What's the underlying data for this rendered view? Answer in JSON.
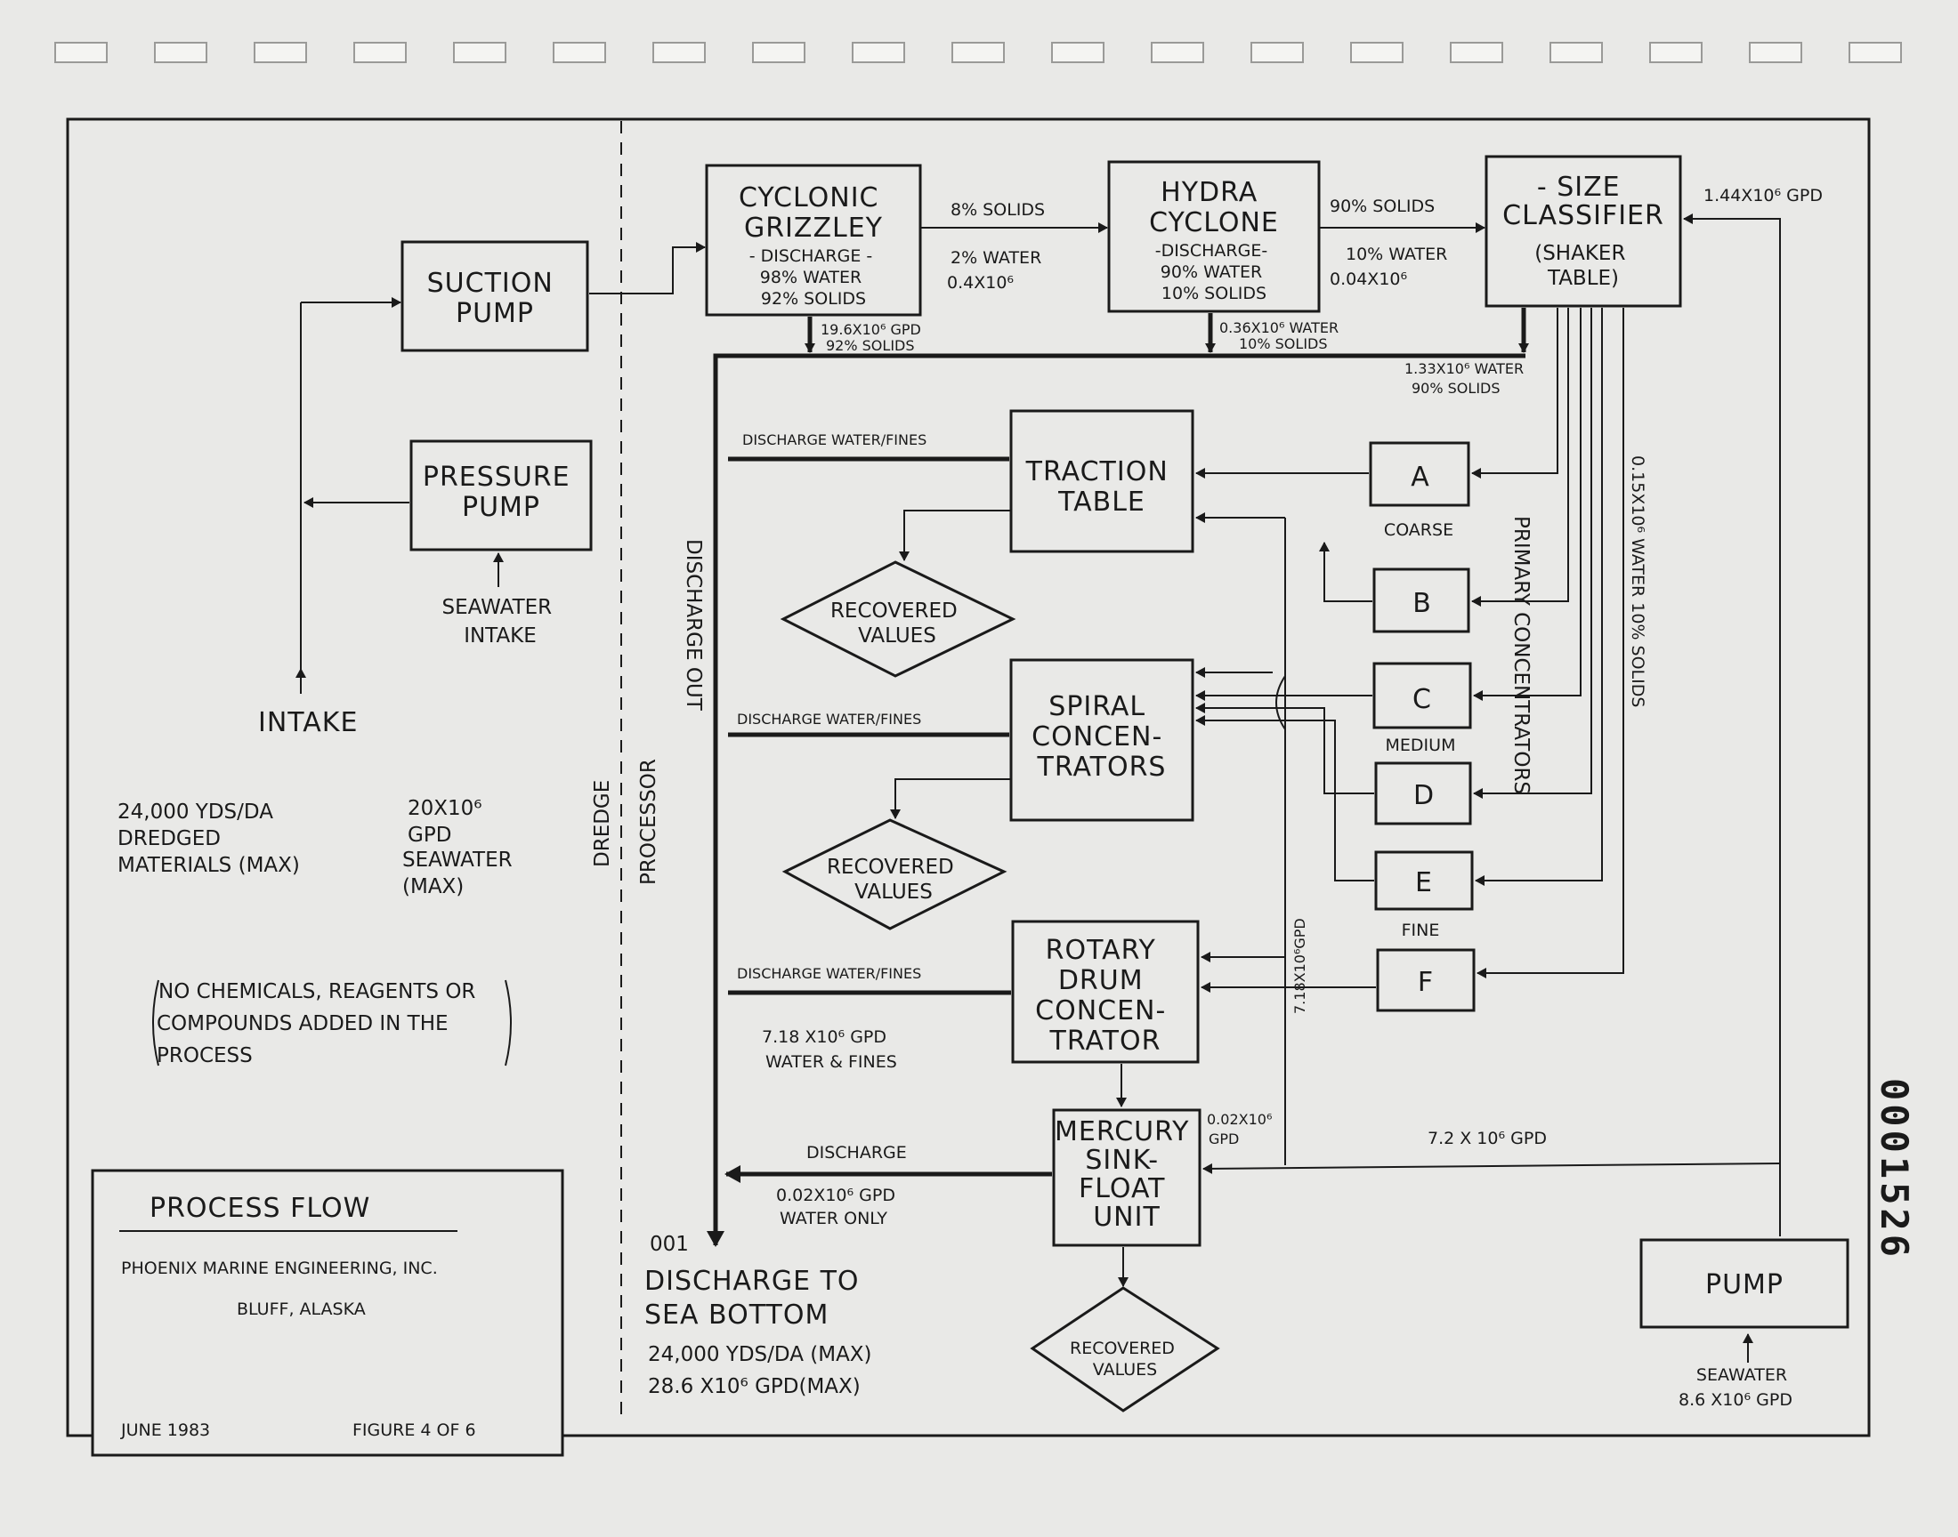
{
  "left": {
    "suction_pump": [
      "SUCTION",
      "PUMP"
    ],
    "pressure_pump": [
      "PRESSURE",
      "PUMP"
    ],
    "seawater_intake": [
      "SEAWATER",
      "INTAKE"
    ],
    "intake": "INTAKE",
    "dredged": [
      "24,000 YDS/DA",
      "DREDGED",
      "MATERIALS (MAX)"
    ],
    "seawater": [
      "20X10⁶",
      "GPD",
      "SEAWATER",
      "(MAX)"
    ],
    "note": [
      "NO CHEMICALS, REAGENTS OR",
      "COMPOUNDS ADDED IN THE",
      "PROCESS"
    ],
    "dredge": "DREDGE",
    "processor": "PROCESSOR"
  },
  "cyclonic": {
    "title": [
      "CYCLONIC",
      "GRIZZLEY"
    ],
    "discharge": [
      "- DISCHARGE -",
      "98% WATER",
      "92% SOLIDS"
    ],
    "out_label": [
      "19.6X10⁶ GPD",
      "92% SOLIDS"
    ]
  },
  "link1": [
    "8% SOLIDS",
    "2% WATER",
    "0.4X10⁶"
  ],
  "hydra": {
    "title": [
      "HYDRA",
      "CYCLONE"
    ],
    "discharge": [
      "-DISCHARGE-",
      "90% WATER",
      "10% SOLIDS"
    ],
    "out_label": [
      "0.36X10⁶ WATER",
      "10% SOLIDS"
    ]
  },
  "link2": [
    "90% SOLIDS",
    "10% WATER",
    "0.04X10⁶"
  ],
  "size": {
    "title": [
      "- SIZE",
      "CLASSIFIER",
      "(SHAKER",
      "TABLE)"
    ],
    "out_label": [
      "1.33X10⁶ WATER",
      "90% SOLIDS"
    ],
    "in_label": "1.44X10⁶ GPD"
  },
  "concentrators": {
    "traction": [
      "TRACTION",
      "TABLE"
    ],
    "spiral": [
      "SPIRAL",
      "CONCEN-",
      "TRATORS"
    ],
    "rotary": [
      "ROTARY",
      "DRUM",
      "CONCEN-",
      "TRATOR"
    ],
    "mercury": [
      "MERCURY",
      "SINK-",
      "FLOAT",
      "UNIT"
    ],
    "recovered": [
      "RECOVERED",
      "VALUES"
    ]
  },
  "fractions": {
    "labels": [
      "A",
      "B",
      "C",
      "D",
      "E",
      "F"
    ],
    "coarse": "COARSE",
    "medium": "MEDIUM",
    "fine": "FINE"
  },
  "vertical_labels": {
    "discharge_out": "DISCHARGE   OUT",
    "primary": "PRIMARY   CONCENTRATORS",
    "water_solids": "0.15X10⁶ WATER   10% SOLIDS",
    "gpd_718": "7.18X10⁶GPD"
  },
  "discharge_labels": {
    "fines": "DISCHARGE WATER/FINES",
    "water_fines": [
      "7.18 X10⁶ GPD",
      "WATER & FINES"
    ],
    "mercury_discharge": "DISCHARGE",
    "water_only": [
      "0.02X10⁶ GPD",
      "WATER ONLY"
    ],
    "mercury_in": [
      "0.02X10⁶",
      "GPD"
    ],
    "gpd_72": "7.2 X 10⁶ GPD"
  },
  "outfall": {
    "code": "001",
    "title": [
      "DISCHARGE TO",
      "SEA BOTTOM"
    ],
    "values": [
      "24,000 YDS/DA (MAX)",
      "28.6 X10⁶ GPD(MAX)"
    ]
  },
  "pump": {
    "label": "PUMP",
    "seawater": [
      "SEAWATER",
      "8.6 X10⁶ GPD"
    ]
  },
  "titleblock": {
    "title": "PROCESS   FLOW",
    "company": "PHOENIX MARINE ENGINEERING, INC.",
    "location": "BLUFF, ALASKA",
    "date": "JUNE 1983",
    "figure": "FIGURE 4 OF 6"
  },
  "stamp": "0001526"
}
